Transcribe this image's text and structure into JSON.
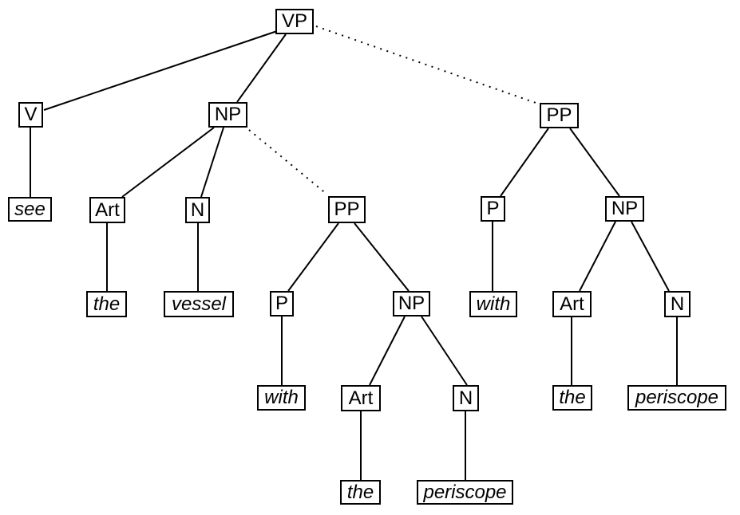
{
  "diagram": {
    "kind": "syntax-parse-tree",
    "colors": {
      "line": "#000000",
      "background": "#ffffff",
      "text": "#000000"
    }
  },
  "nodes": {
    "vp": {
      "label": "VP",
      "type": "phrase"
    },
    "v": {
      "label": "V",
      "type": "category"
    },
    "np1": {
      "label": "NP",
      "type": "phrase"
    },
    "pp_right": {
      "label": "PP",
      "type": "phrase"
    },
    "see": {
      "label": "see",
      "type": "word"
    },
    "art1": {
      "label": "Art",
      "type": "category"
    },
    "n1": {
      "label": "N",
      "type": "category"
    },
    "pp_mid": {
      "label": "PP",
      "type": "phrase"
    },
    "p_right": {
      "label": "P",
      "type": "category"
    },
    "np_right": {
      "label": "NP",
      "type": "phrase"
    },
    "the1": {
      "label": "the",
      "type": "word"
    },
    "vessel": {
      "label": "vessel",
      "type": "word"
    },
    "p_mid": {
      "label": "P",
      "type": "category"
    },
    "np_mid": {
      "label": "NP",
      "type": "phrase"
    },
    "with_right": {
      "label": "with",
      "type": "word"
    },
    "art_right": {
      "label": "Art",
      "type": "category"
    },
    "n_right": {
      "label": "N",
      "type": "category"
    },
    "with_mid": {
      "label": "with",
      "type": "word"
    },
    "art_mid": {
      "label": "Art",
      "type": "category"
    },
    "n_mid": {
      "label": "N",
      "type": "category"
    },
    "the_right": {
      "label": "the",
      "type": "word"
    },
    "periscope_right": {
      "label": "periscope",
      "type": "word"
    },
    "the_mid": {
      "label": "the",
      "type": "word"
    },
    "periscope_mid": {
      "label": "periscope",
      "type": "word"
    }
  },
  "edges": [
    {
      "from": "vp",
      "to": "v",
      "style": "solid"
    },
    {
      "from": "vp",
      "to": "np1",
      "style": "solid"
    },
    {
      "from": "vp",
      "to": "pp_right",
      "style": "dotted"
    },
    {
      "from": "v",
      "to": "see",
      "style": "solid"
    },
    {
      "from": "np1",
      "to": "art1",
      "style": "solid"
    },
    {
      "from": "np1",
      "to": "n1",
      "style": "solid"
    },
    {
      "from": "np1",
      "to": "pp_mid",
      "style": "dotted"
    },
    {
      "from": "art1",
      "to": "the1",
      "style": "solid"
    },
    {
      "from": "n1",
      "to": "vessel",
      "style": "solid"
    },
    {
      "from": "pp_mid",
      "to": "p_mid",
      "style": "solid"
    },
    {
      "from": "pp_mid",
      "to": "np_mid",
      "style": "solid"
    },
    {
      "from": "p_mid",
      "to": "with_mid",
      "style": "solid"
    },
    {
      "from": "np_mid",
      "to": "art_mid",
      "style": "solid"
    },
    {
      "from": "np_mid",
      "to": "n_mid",
      "style": "solid"
    },
    {
      "from": "art_mid",
      "to": "the_mid",
      "style": "solid"
    },
    {
      "from": "n_mid",
      "to": "periscope_mid",
      "style": "solid"
    },
    {
      "from": "pp_right",
      "to": "p_right",
      "style": "solid"
    },
    {
      "from": "pp_right",
      "to": "np_right",
      "style": "solid"
    },
    {
      "from": "p_right",
      "to": "with_right",
      "style": "solid"
    },
    {
      "from": "np_right",
      "to": "art_right",
      "style": "solid"
    },
    {
      "from": "np_right",
      "to": "n_right",
      "style": "solid"
    },
    {
      "from": "art_right",
      "to": "the_right",
      "style": "solid"
    },
    {
      "from": "n_right",
      "to": "periscope_right",
      "style": "solid"
    }
  ]
}
